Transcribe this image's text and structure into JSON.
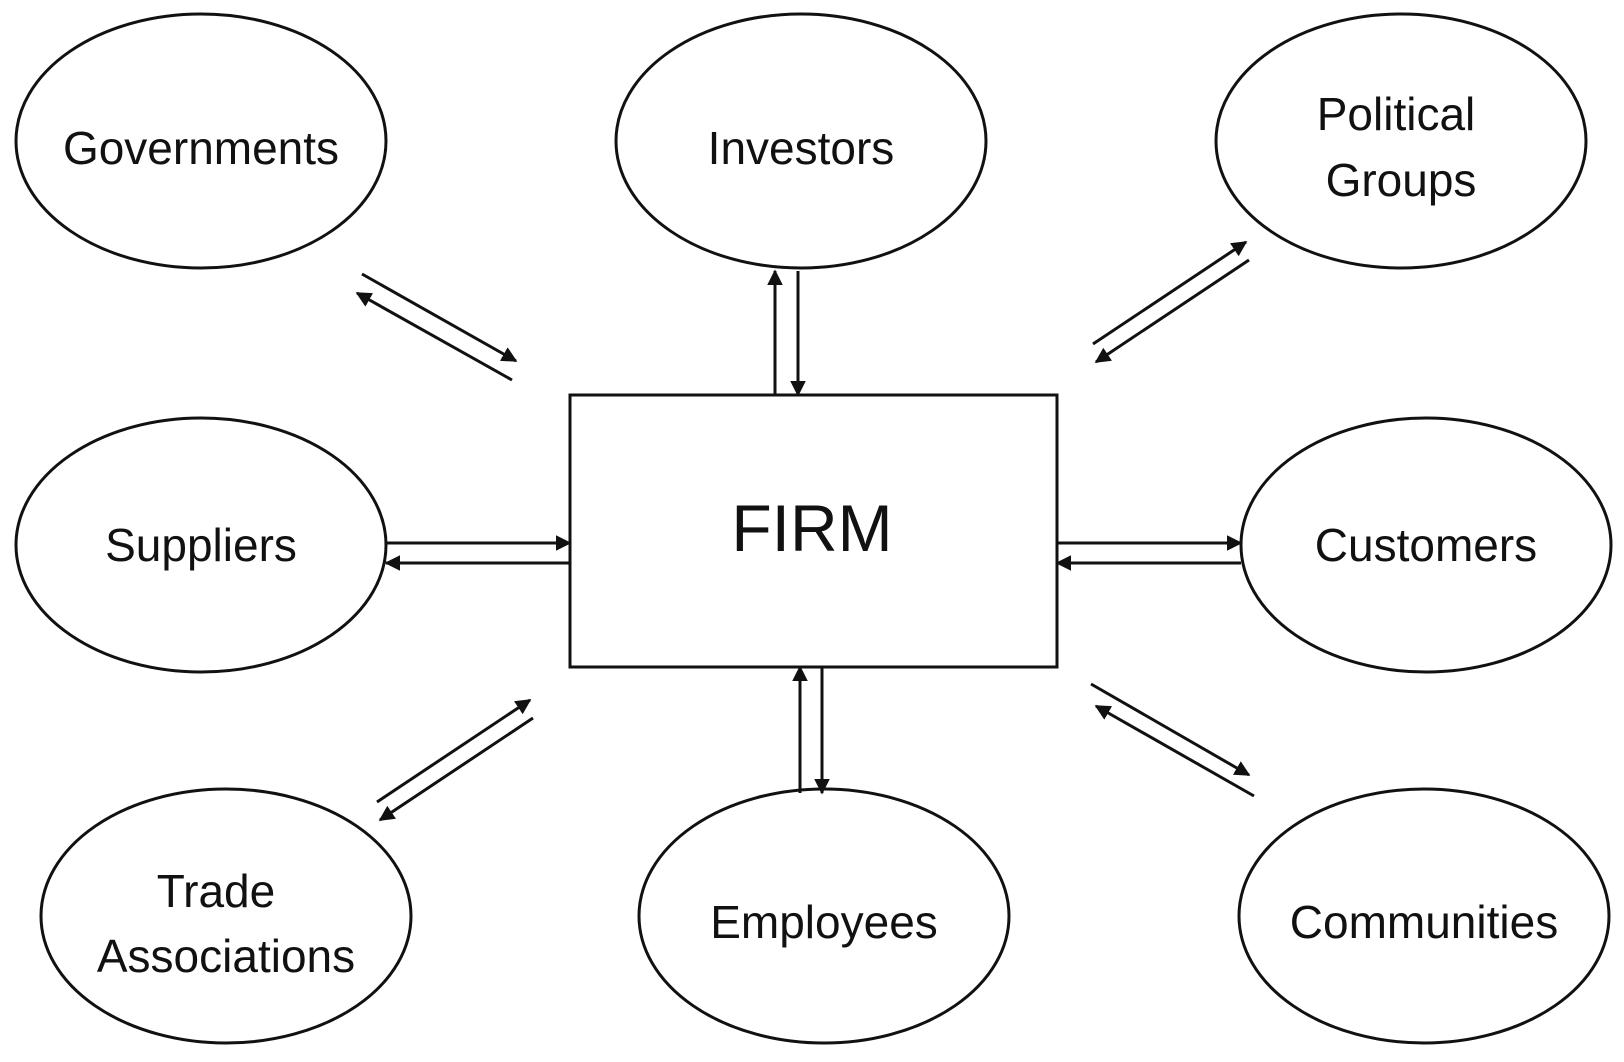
{
  "center": {
    "label": "FIRM"
  },
  "nodes": {
    "governments": [
      "Governments"
    ],
    "investors": [
      "Investors"
    ],
    "political_groups": [
      "Political",
      "Groups"
    ],
    "suppliers": [
      "Suppliers"
    ],
    "customers": [
      "Customers"
    ],
    "trade_associations": [
      "Trade",
      "Associations"
    ],
    "employees": [
      "Employees"
    ],
    "communities": [
      "Communities"
    ]
  },
  "colors": {
    "stroke": "#111111",
    "background": "#ffffff"
  }
}
